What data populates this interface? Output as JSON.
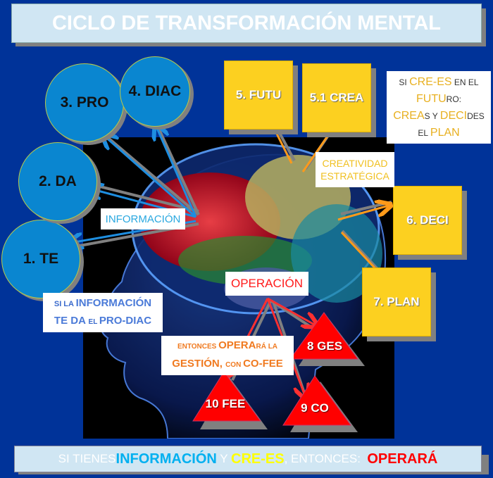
{
  "title": "CICLO DE TRANSFORMACIÓN MENTAL",
  "information_nodes": [
    {
      "label": "1. TE"
    },
    {
      "label": "2. DA"
    },
    {
      "label": "3. PRO"
    },
    {
      "label": "4. DIAC"
    }
  ],
  "information_label": "INFORMACIÓN",
  "creativity_nodes": [
    {
      "label": "5. FUTU"
    },
    {
      "label": "5.1 CREA"
    },
    {
      "label": "6. DECI"
    },
    {
      "label": "7. PLAN"
    }
  ],
  "creativity_label": {
    "line1": "CREATIVIDAD",
    "line2": "ESTRATÉGICA"
  },
  "operation_label": "OPERACIÓN",
  "operation_nodes": [
    {
      "label": "8 GES"
    },
    {
      "label": "9 CO"
    },
    {
      "label": "10 FEE"
    }
  ],
  "note_creees": {
    "l1a": "SI ",
    "l1b": "CRE-ES",
    "l1c": " EN EL",
    "l2a": "FUTU",
    "l2b": "RO:",
    "l3a": "CREA",
    "l3b": "S Y ",
    "l3c": "DECI",
    "l3d": "DES",
    "l4a": "EL ",
    "l4b": "PLAN"
  },
  "note_info": {
    "l1a": "SI LA ",
    "l1b": "INFORMACIÓN",
    "l2a": "TE DA ",
    "l2b": "EL ",
    "l2c": "PRO-DIAC"
  },
  "note_oper": {
    "l1a": "ENTONCES ",
    "l1b": "OPERA",
    "l1c": "RÁ LA",
    "l2a": "GESTIÓN, ",
    "l2b": "CON ",
    "l2c": "CO-FEE"
  },
  "footer": {
    "p1": "SI TIENES ",
    "p2": "INFORMACIÓN",
    "p3": " Y ",
    "p4": "CRE-ES",
    "p5": ", ENTONCES:  ",
    "p6": "OPERARÁ"
  },
  "colors": {
    "background": "#003399",
    "info_blue": "#0a86d0",
    "creative_yellow": "#fcd020",
    "operation_red": "#ff0000",
    "arrow_blue": "#1e8ee0",
    "arrow_orange": "#ff9a1a"
  }
}
